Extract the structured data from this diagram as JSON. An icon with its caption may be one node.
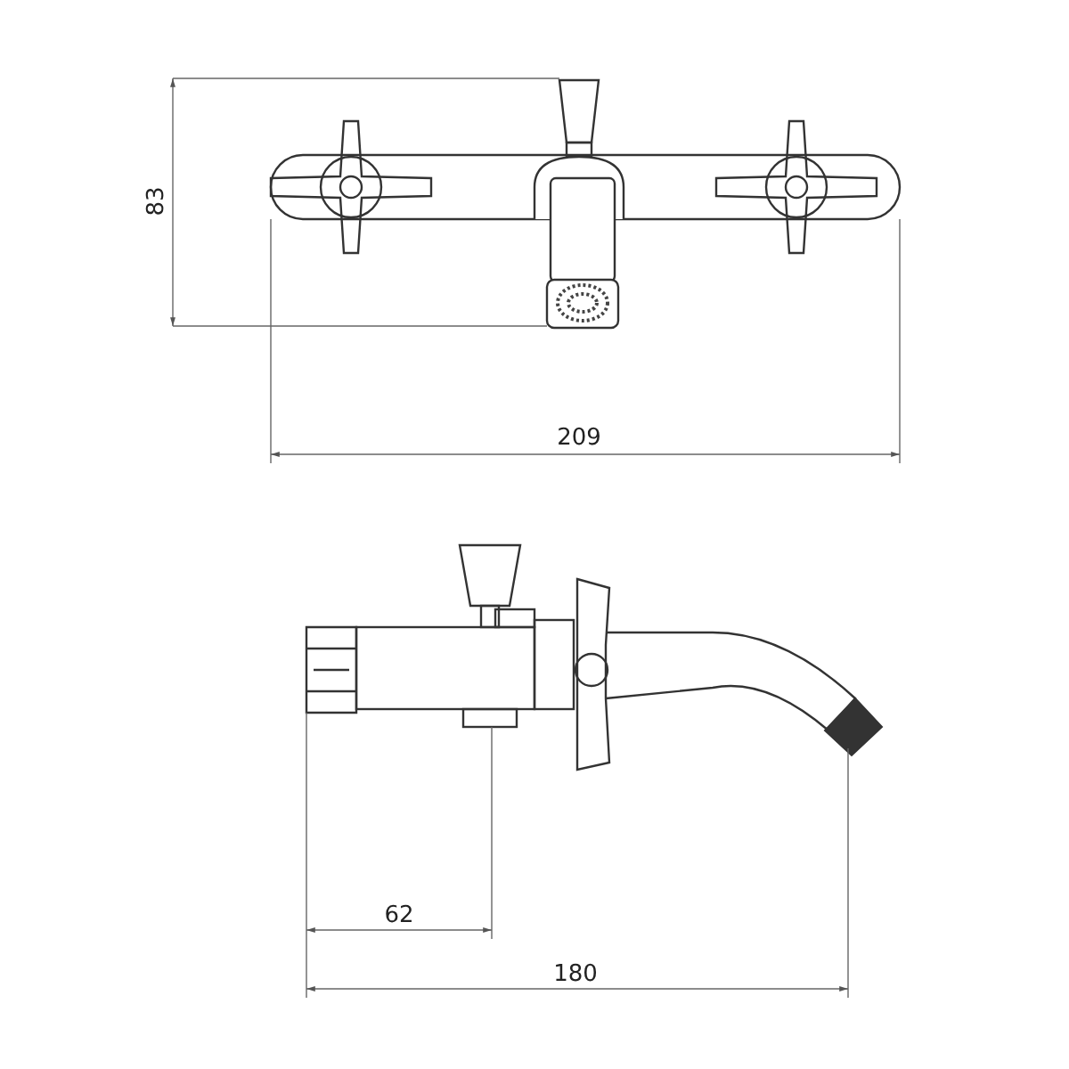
{
  "diagram": {
    "labels": [
      "83",
      "209",
      "62",
      "180"
    ]
  }
}
